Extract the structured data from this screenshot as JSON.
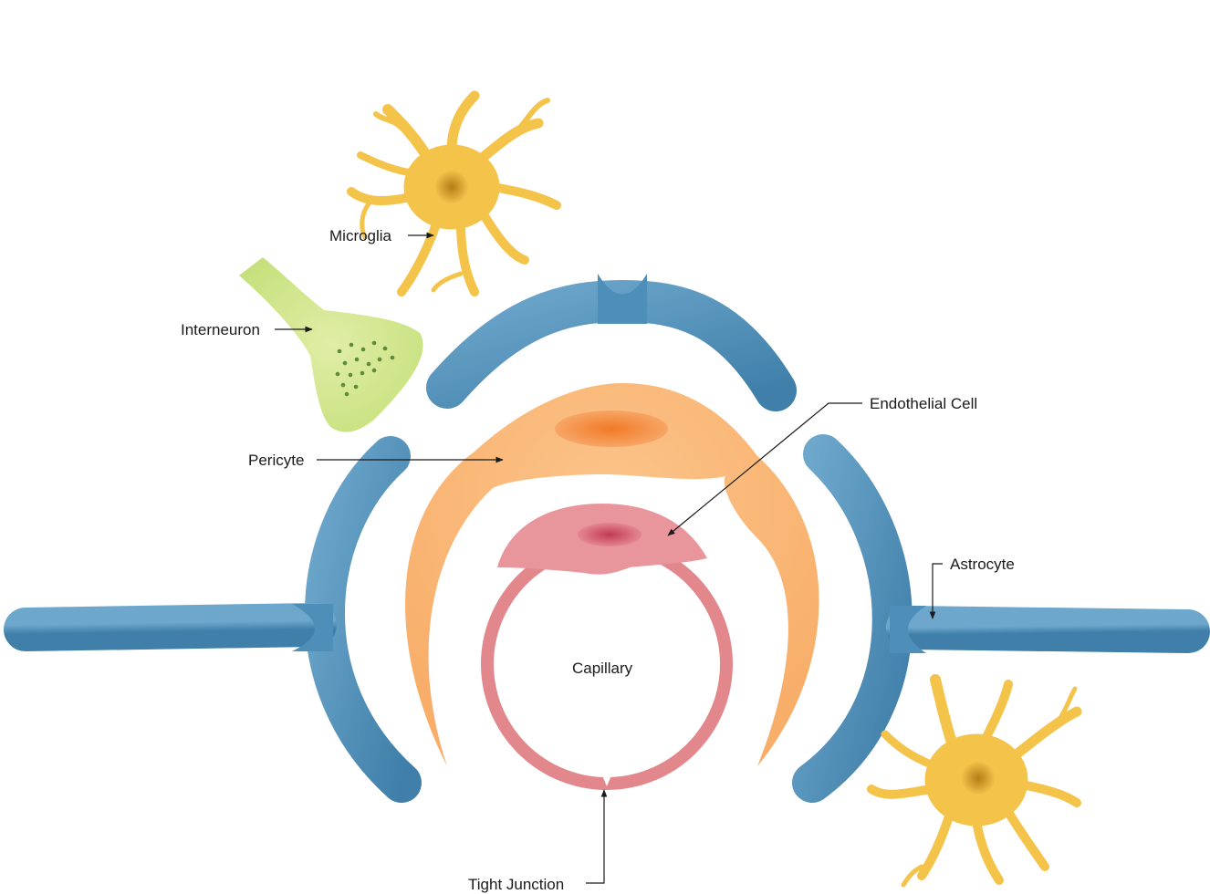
{
  "labels": {
    "microglia": "Microglia",
    "interneuron": "Interneuron",
    "pericyte": "Pericyte",
    "endothelial": "Endothelial Cell",
    "astrocyte": "Astrocyte",
    "capillary": "Capillary",
    "tight_junction": "Tight Junction"
  },
  "colors": {
    "astrocyte": "#4d8fb8",
    "pericyte": "#f8b471",
    "pericyte_nucleus": "#f08a3a",
    "endothelial": "#e2878c",
    "endothelial_nucleus": "#cc4a5c",
    "microglia": "#f4c34a",
    "microglia_nucleus": "#c48a1e",
    "interneuron": "#c6e07a",
    "interneuron_dots": "#5f8a3a"
  }
}
